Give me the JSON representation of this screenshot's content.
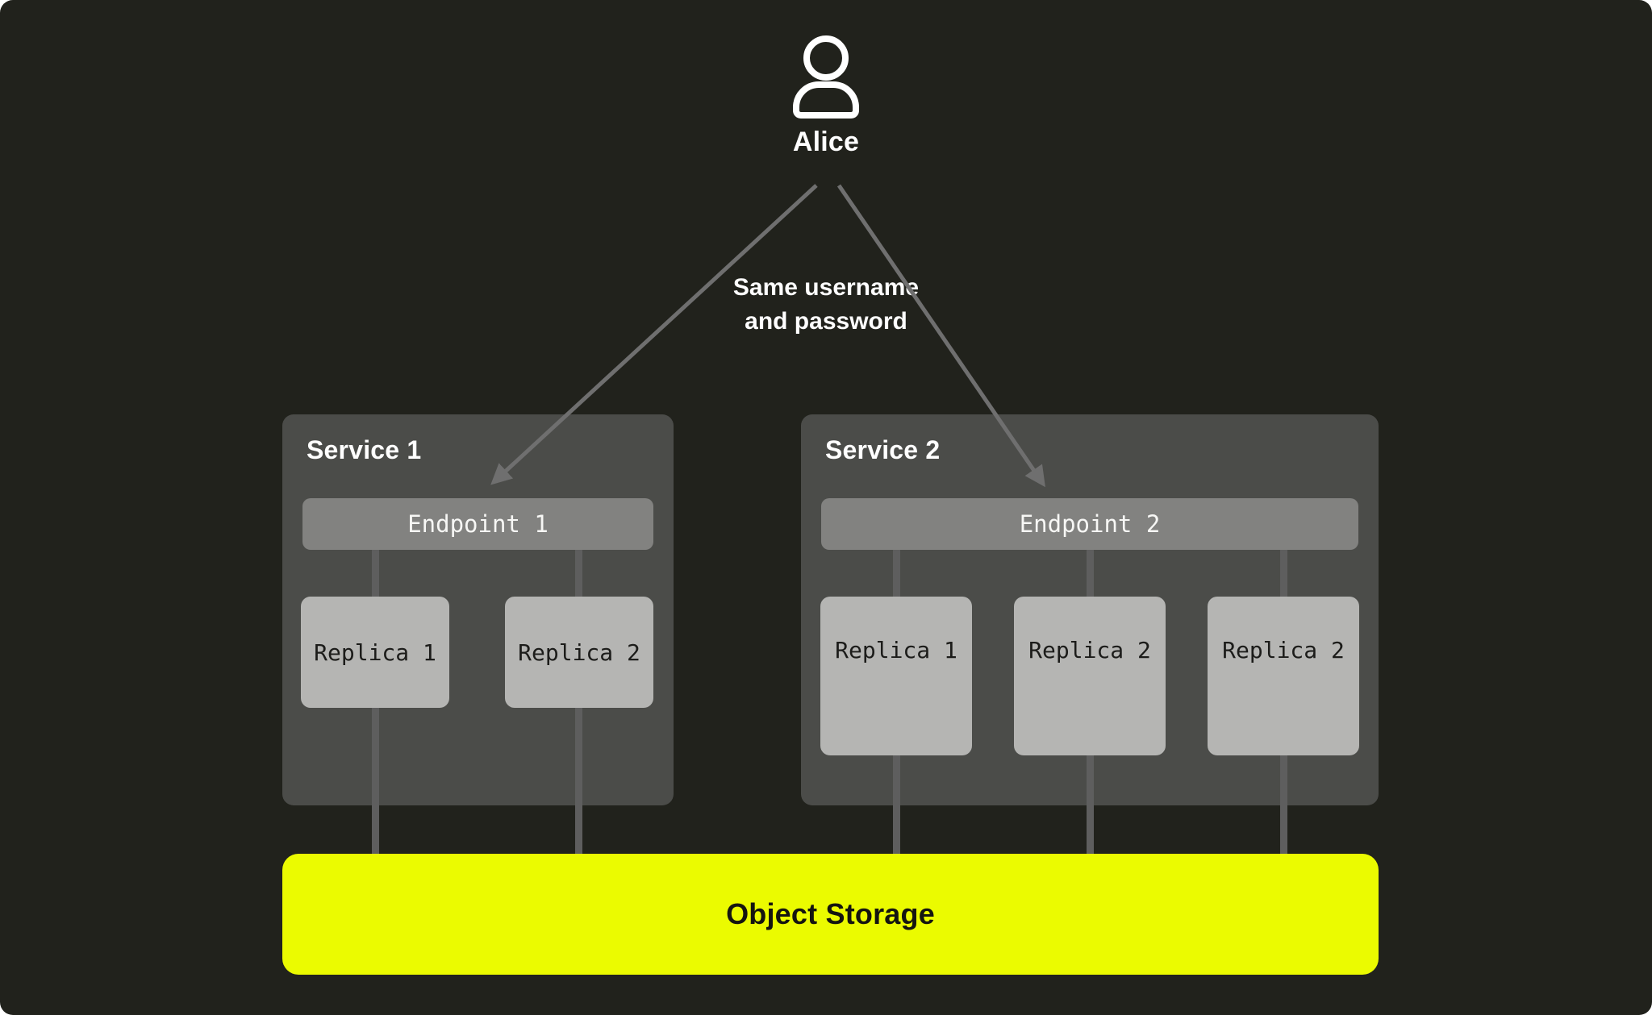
{
  "diagram": {
    "user": {
      "name": "Alice",
      "icon": "user-icon"
    },
    "annotation": {
      "line1": "Same username",
      "line2": "and password"
    },
    "services": [
      {
        "title": "Service 1",
        "endpoint": "Endpoint 1",
        "replicas": [
          "Replica 1",
          "Replica 2"
        ]
      },
      {
        "title": "Service 2",
        "endpoint": "Endpoint 2",
        "replicas": [
          "Replica 1",
          "Replica 2",
          "Replica 2"
        ]
      }
    ],
    "storage": {
      "label": "Object Storage"
    },
    "colors": {
      "page_bg": "#ffffff",
      "canvas_bg": "#21221c",
      "service_bg": "#4b4c49",
      "endpoint_bg": "#828280",
      "endpoint_text": "#f7f7f5",
      "replica_bg": "#b5b5b3",
      "replica_text": "#1c1c1a",
      "storage_bg": "#ebfb00",
      "storage_text": "#151510",
      "connector_line": "#5e5e5e",
      "arrow_line": "#6f6f6f",
      "text_light": "#ffffff"
    }
  }
}
